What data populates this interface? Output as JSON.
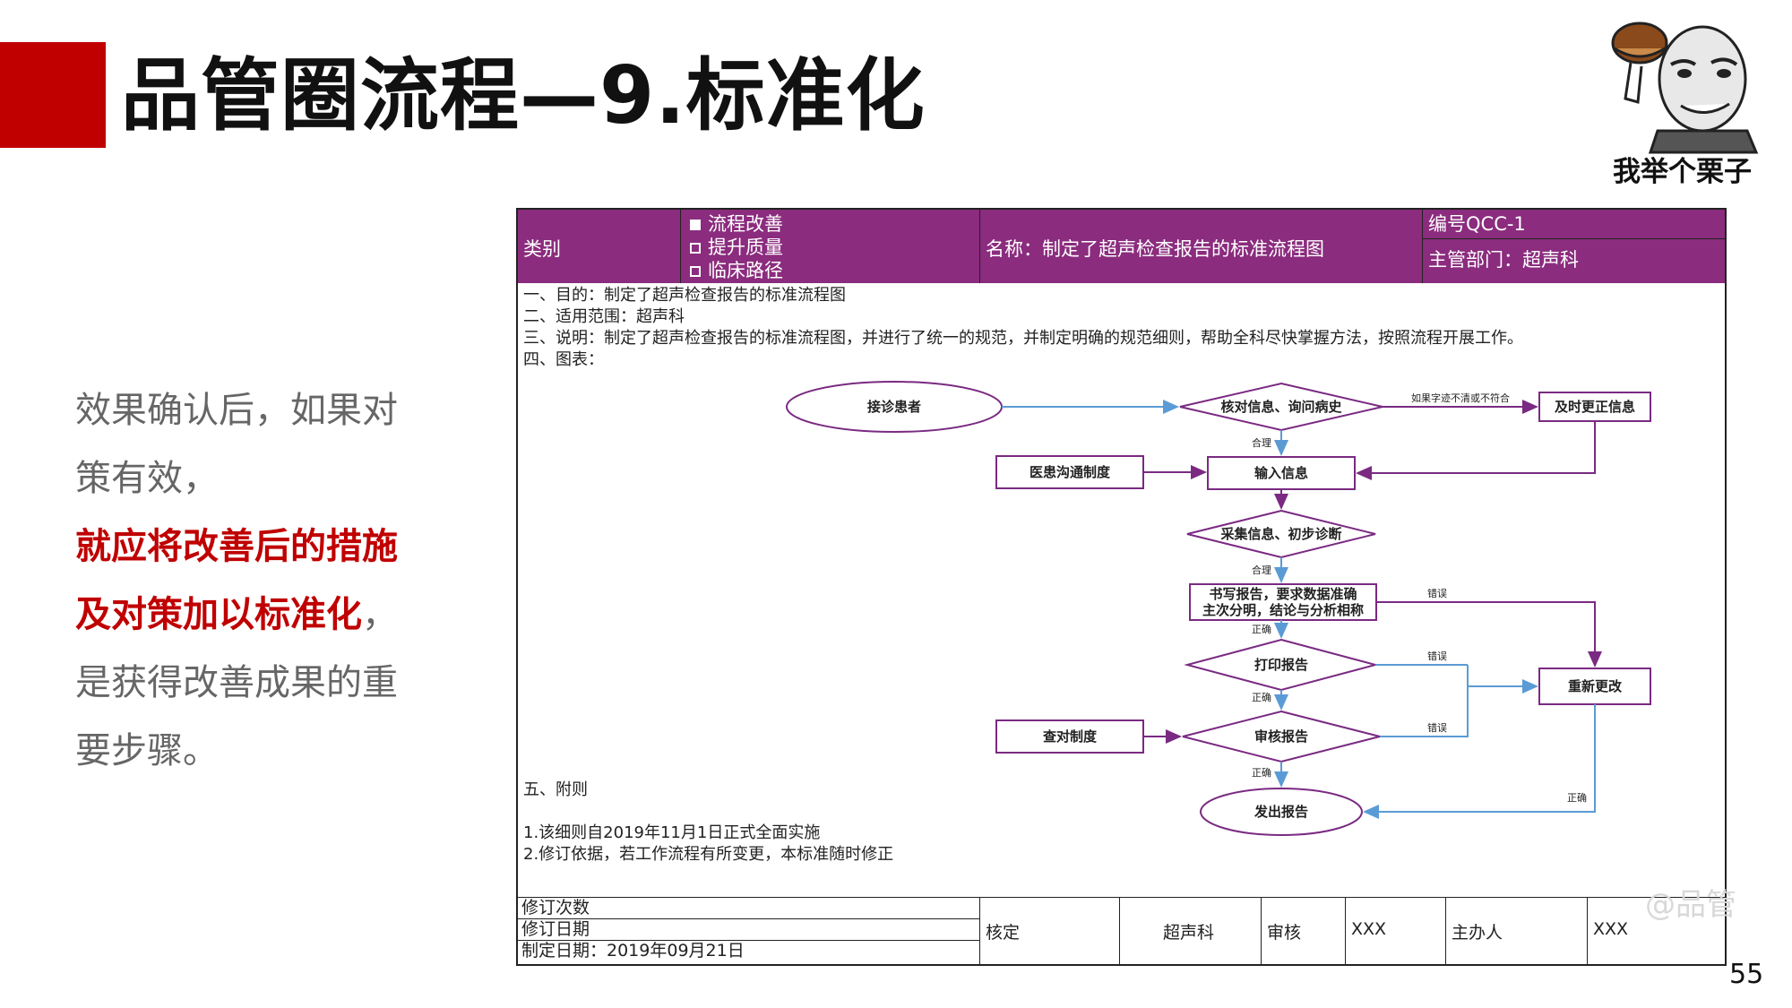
{
  "slide": {
    "title": "品管圈流程—9.标准化",
    "meme_caption": "我举个栗子",
    "left_text": {
      "line1": "效果确认后，如果对",
      "line2": "策有效，",
      "highlight1": "就应将改善后的措施",
      "highlight2": "及对策加以标准化",
      "comma": "，",
      "line5": "是获得改善成果的重",
      "line6": "要步骤。"
    },
    "page_number": "55",
    "watermark": "@品管"
  },
  "document": {
    "header": {
      "category_label": "类别",
      "options": [
        "流程改善",
        "提升质量",
        "临床路径"
      ],
      "name": "名称：制定了超声检查报告的标准流程图",
      "code": "编号QCC-1",
      "department": "主管部门：超声科"
    },
    "body": {
      "line1": "一、目的：制定了超声检查报告的标准流程图",
      "line2": "二、适用范围：超声科",
      "line3": "三、说明：制定了超声检查报告的标准流程图，并进行了统一的规范，并制定明确的规范细则，帮助全科尽快掌握方法，按照流程开展工作。",
      "line4": "四、图表："
    },
    "annex": {
      "title": "五、附则",
      "item1": "1.该细则自2019年11月1日正式全面实施",
      "item2": "2.修订依据，若工作流程有所变更，本标准随时修正"
    },
    "footer": {
      "revision_count": "修订次数",
      "revision_date": "修订日期",
      "created_date": "制定日期：2019年09月21日",
      "verify_label": "核定",
      "verify_value": "超声科",
      "review_label": "审核",
      "review_value": "XXX",
      "organizer_label": "主办人",
      "organizer_value": "XXX"
    },
    "flowchart": {
      "receive": "接诊患者",
      "check_info": "核对信息、询问病史",
      "mismatch": "如果字迹不清或不符合",
      "correct_info": "及时更正信息",
      "ok1": "合理",
      "communication": "医患沟通制度",
      "input_info": "输入信息",
      "collect": "采集信息、初步诊断",
      "ok2": "合理",
      "write_report_1": "书写报告，要求数据准确",
      "write_report_2": "主次分明，结论与分析相称",
      "err1": "错误",
      "correct1": "正确",
      "print": "打印报告",
      "err2": "错误",
      "redo": "重新更改",
      "correct2": "正确",
      "check_system": "查对制度",
      "review_report": "审核报告",
      "err3": "错误",
      "correct3": "正确",
      "correct4": "正确",
      "issue": "发出报告"
    },
    "colors": {
      "header_purple": "#8b2c7e",
      "arrow_purple": "#7a2a82",
      "arrow_blue": "#5b9bd5"
    }
  }
}
